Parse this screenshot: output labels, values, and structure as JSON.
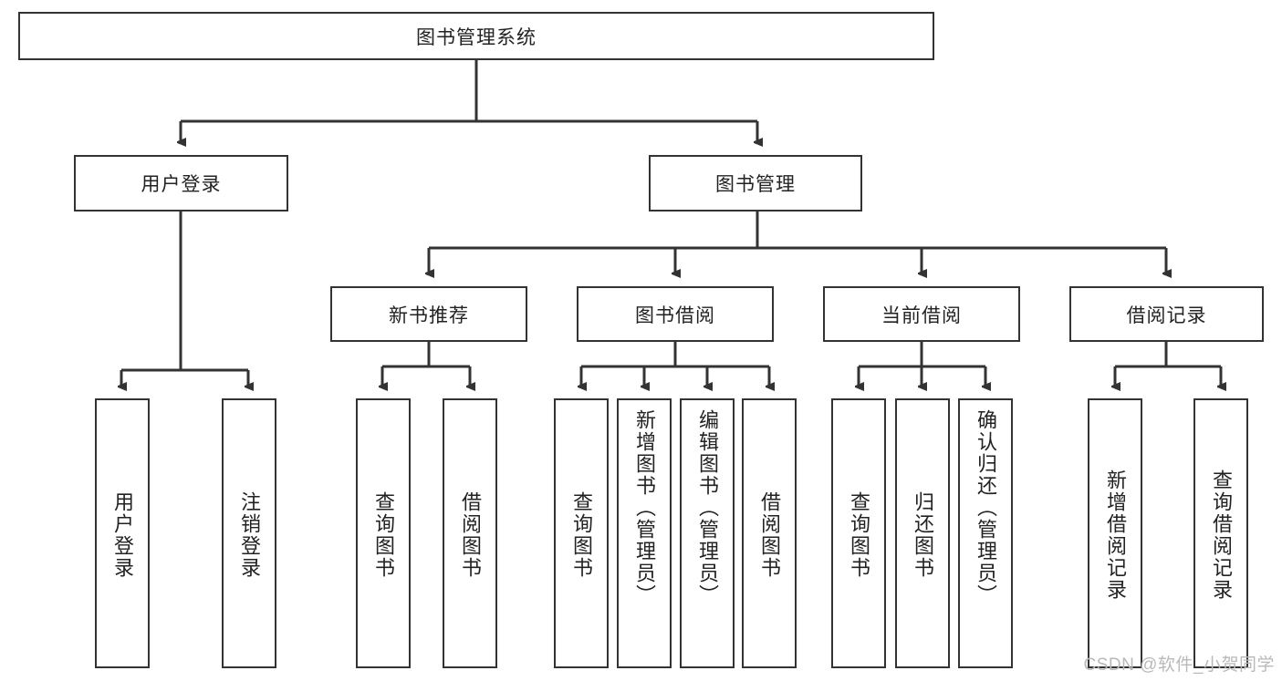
{
  "diagram": {
    "title": "图书管理系统",
    "type": "tree-hierarchy-chart",
    "root": {
      "label": "图书管理系统"
    },
    "level2": [
      {
        "label": "用户登录"
      },
      {
        "label": "图书管理"
      }
    ],
    "level3": [
      {
        "label": "新书推荐"
      },
      {
        "label": "图书借阅"
      },
      {
        "label": "当前借阅"
      },
      {
        "label": "借阅记录"
      }
    ],
    "leaves": {
      "user_login": [
        {
          "label": "用户登录"
        },
        {
          "label": "注销登录"
        }
      ],
      "new_book_recommend": [
        {
          "label": "查询图书"
        },
        {
          "label": "借阅图书"
        }
      ],
      "book_borrow": [
        {
          "label": "查询图书"
        },
        {
          "label": "新增图书（管理员）"
        },
        {
          "label": "编辑图书（管理员）"
        },
        {
          "label": "借阅图书"
        }
      ],
      "current_borrow": [
        {
          "label": "查询图书"
        },
        {
          "label": "归还图书"
        },
        {
          "label": "确认归还（管理员）"
        }
      ],
      "borrow_record": [
        {
          "label": "新增借阅记录"
        },
        {
          "label": "查询借阅记录"
        }
      ]
    }
  },
  "watermark": {
    "text": "CSDN @软件_小贺同学"
  },
  "colors": {
    "border": "#333333",
    "text": "#222222",
    "background": "#ffffff",
    "watermark": "#b9b9b9"
  }
}
